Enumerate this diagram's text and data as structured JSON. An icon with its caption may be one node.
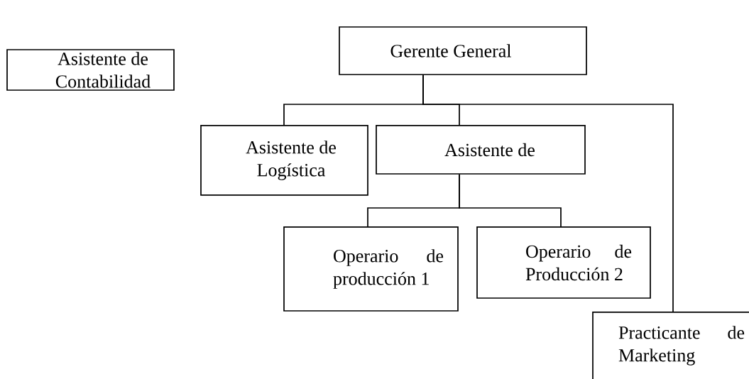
{
  "diagram": {
    "nodes": [
      {
        "text": [
          "Asistente de Contabilidad"
        ]
      },
      {
        "text": [
          "Gerente General"
        ]
      },
      {
        "text": [
          "Asistente de Logística"
        ]
      },
      {
        "text": [
          "Asistente de"
        ]
      },
      {
        "text": [
          "Operario de producción 1"
        ]
      },
      {
        "text": [
          "Operario de Producción 2"
        ]
      },
      {
        "text": [
          "Practicante de Marketing"
        ]
      }
    ],
    "edges": [
      {
        "from": 1,
        "to": 2,
        "arrow": "none"
      },
      {
        "from": 1,
        "to": 3,
        "arrow": "none"
      },
      {
        "from": 1,
        "to": 6,
        "arrow": "none"
      },
      {
        "from": 3,
        "to": 4,
        "arrow": "none"
      },
      {
        "from": 3,
        "to": 5,
        "arrow": "none"
      }
    ]
  }
}
